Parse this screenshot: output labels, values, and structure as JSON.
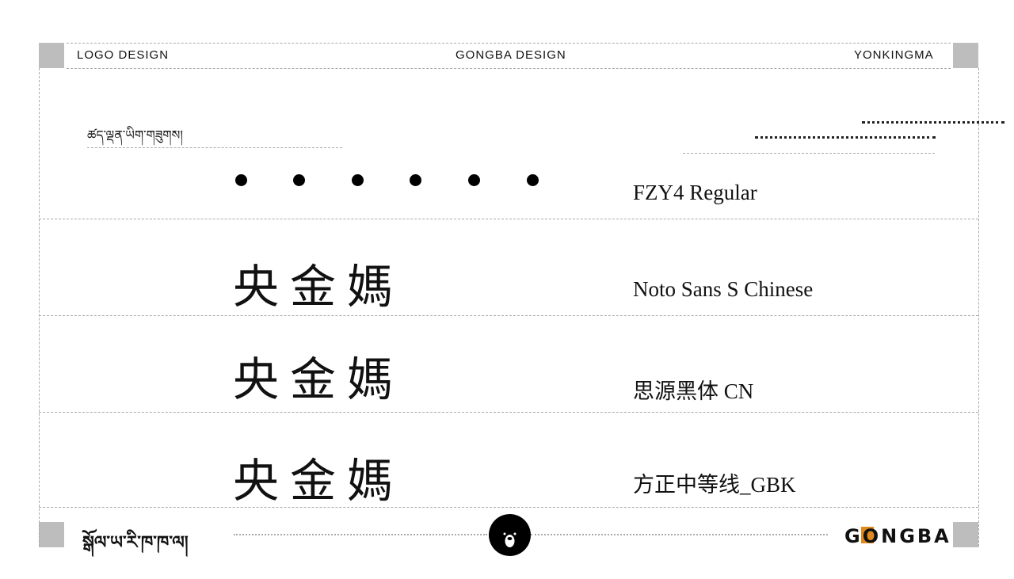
{
  "header": {
    "left": "LOGO DESIGN",
    "center": "GONGBA DESIGN",
    "right": "YONKINGMA"
  },
  "tibetan_caption": "ཚད་ལྡན་ཡིག་གཟུགས།",
  "rows": [
    {
      "sample": "● ● ● ● ● ●",
      "font_name": "FZY4 Regular"
    },
    {
      "sample": "央金媽",
      "font_name": "Noto Sans S Chinese"
    },
    {
      "sample": "央金媽",
      "font_name": "思源黑体 CN"
    },
    {
      "sample": "央金媽",
      "font_name": "方正中等线_GBK"
    }
  ],
  "footer": {
    "tibetan_logo": "སྒོལ་ཡ་རི་ཁ་ཁ་ལ།",
    "brand_logo": "GONGBA",
    "brand_accent": "#e08a1e"
  },
  "colors": {
    "square": "#bdbdbd",
    "dash": "#aaaaaa"
  }
}
